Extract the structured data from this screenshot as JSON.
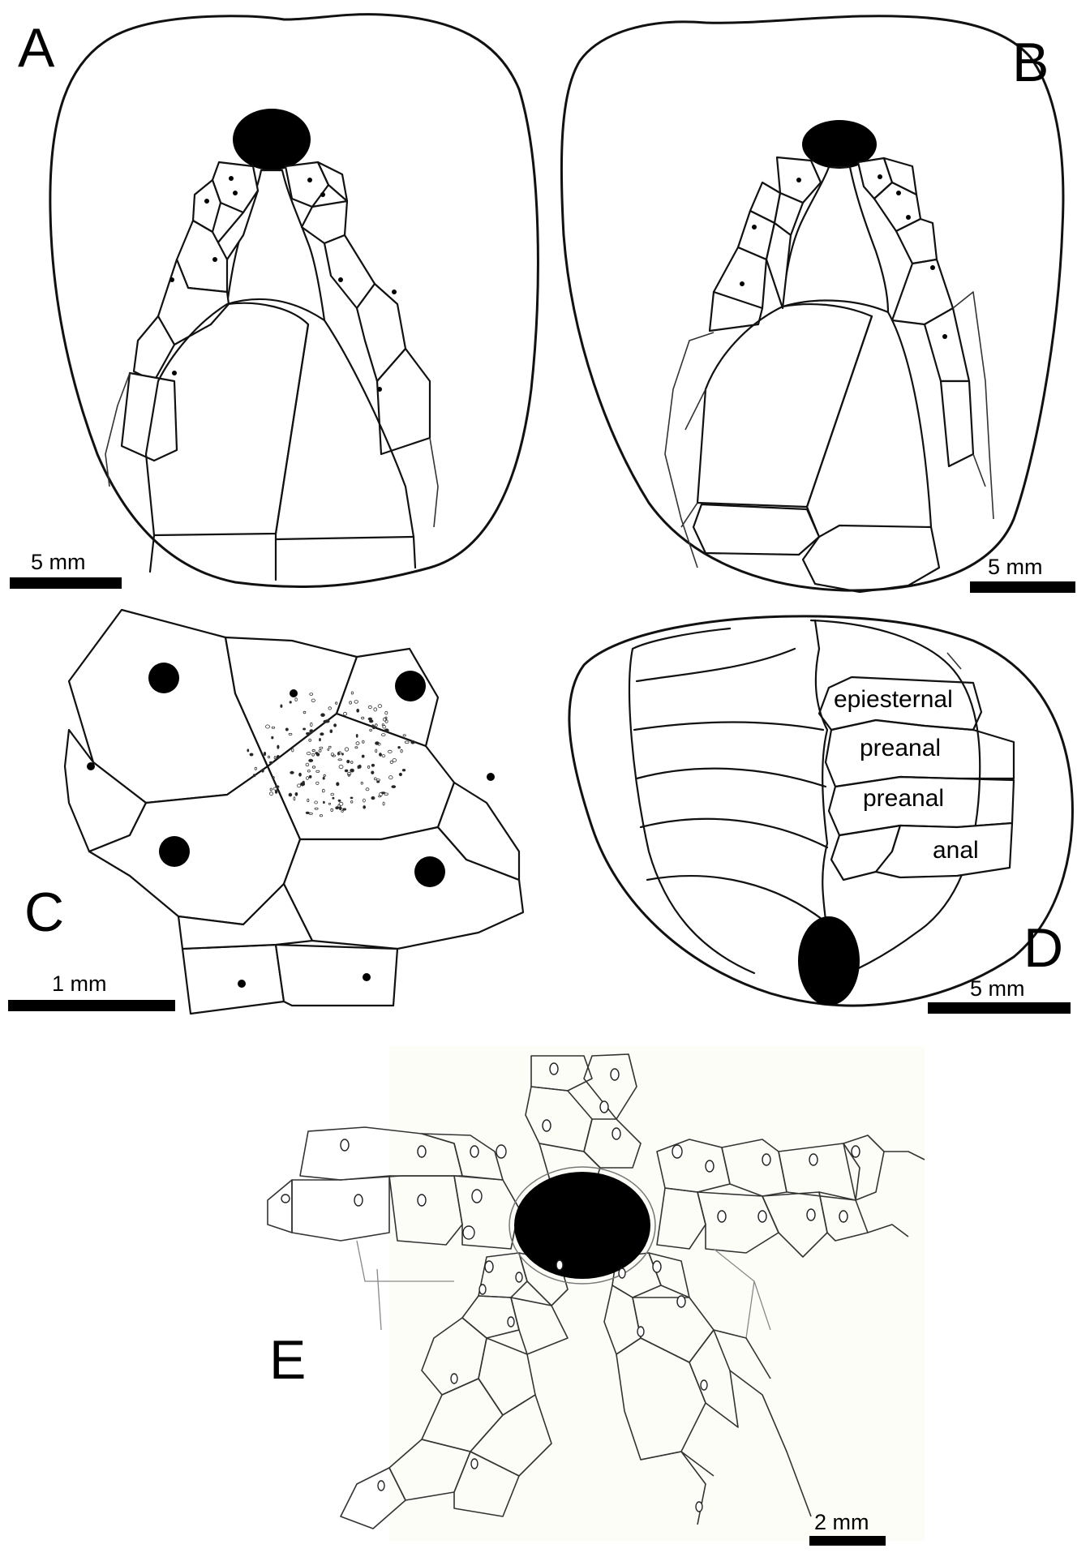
{
  "panels": {
    "A": {
      "letter": "A",
      "scale_label": "5 mm"
    },
    "B": {
      "letter": "B",
      "scale_label": "5 mm"
    },
    "C": {
      "letter": "C",
      "scale_label": "1 mm"
    },
    "D": {
      "letter": "D",
      "scale_label": "5 mm",
      "plates": [
        {
          "label": "epiesternal",
          "color": "#F7921E"
        },
        {
          "label": "preanal",
          "color": "#B35C0A"
        },
        {
          "label": "preanal",
          "color": "#B35C0A"
        },
        {
          "label": "anal",
          "color": "#FFFFFF"
        }
      ]
    },
    "E": {
      "letter": "E",
      "scale_label": "2 mm"
    }
  },
  "colors": {
    "peristome_fill": "#CDB9C8",
    "periproct_fill": "#000000",
    "orange_plate": "#F7921E",
    "line": "#111111"
  }
}
